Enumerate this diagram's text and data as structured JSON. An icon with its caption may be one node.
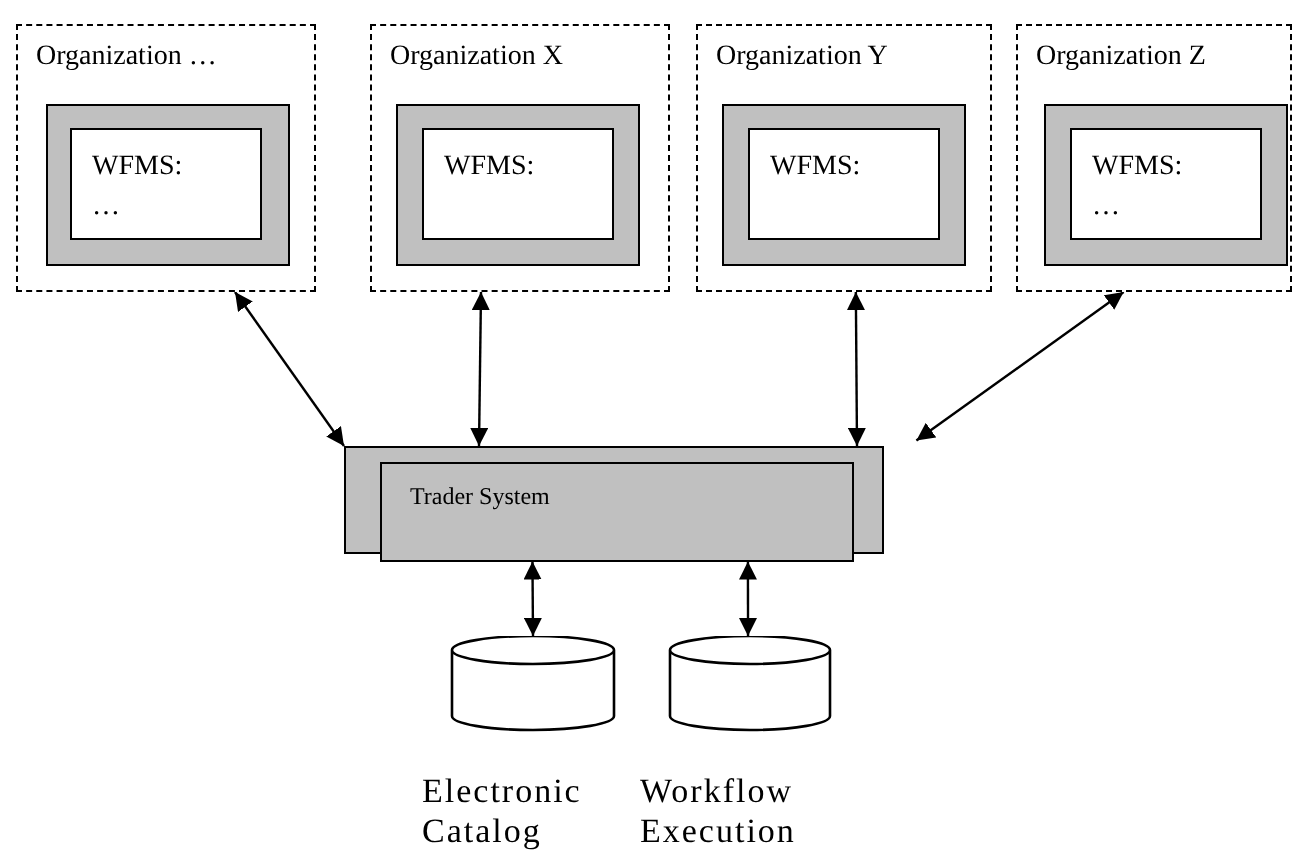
{
  "diagram": {
    "nodes": [
      {
        "text": [
          "Organization …"
        ]
      },
      {
        "text": [],
        "shape": "box",
        "in": 0
      },
      {
        "text": [
          "WFMS: …"
        ],
        "in": 1
      },
      {
        "text": [
          "Organization X"
        ]
      },
      {
        "text": [],
        "shape": "box",
        "in": 3
      },
      {
        "text": [
          "WFMS:"
        ],
        "in": 4
      },
      {
        "text": [
          "Organization Y"
        ]
      },
      {
        "text": [],
        "shape": "box",
        "in": 6
      },
      {
        "text": [
          "WFMS:"
        ],
        "in": 7
      },
      {
        "text": [
          "Organization Z"
        ]
      },
      {
        "text": [],
        "shape": "box",
        "in": 9
      },
      {
        "text": [
          "WFMS: …"
        ],
        "in": 10
      },
      {
        "text": [
          "Trader System"
        ]
      },
      {
        "text": [
          "Electronic Catalog"
        ]
      },
      {
        "text": [
          "Workflow Execution"
        ]
      }
    ],
    "edges": [
      {
        "from": 12,
        "to": 0,
        "arrow": "both"
      },
      {
        "from": 12,
        "to": 3,
        "arrow": "both"
      },
      {
        "from": 12,
        "to": 6,
        "arrow": "both"
      },
      {
        "from": 12,
        "to": 9,
        "arrow": "both"
      },
      {
        "from": 12,
        "to": 13,
        "arrow": "both"
      },
      {
        "from": 12,
        "to": 14,
        "arrow": "both"
      }
    ]
  }
}
